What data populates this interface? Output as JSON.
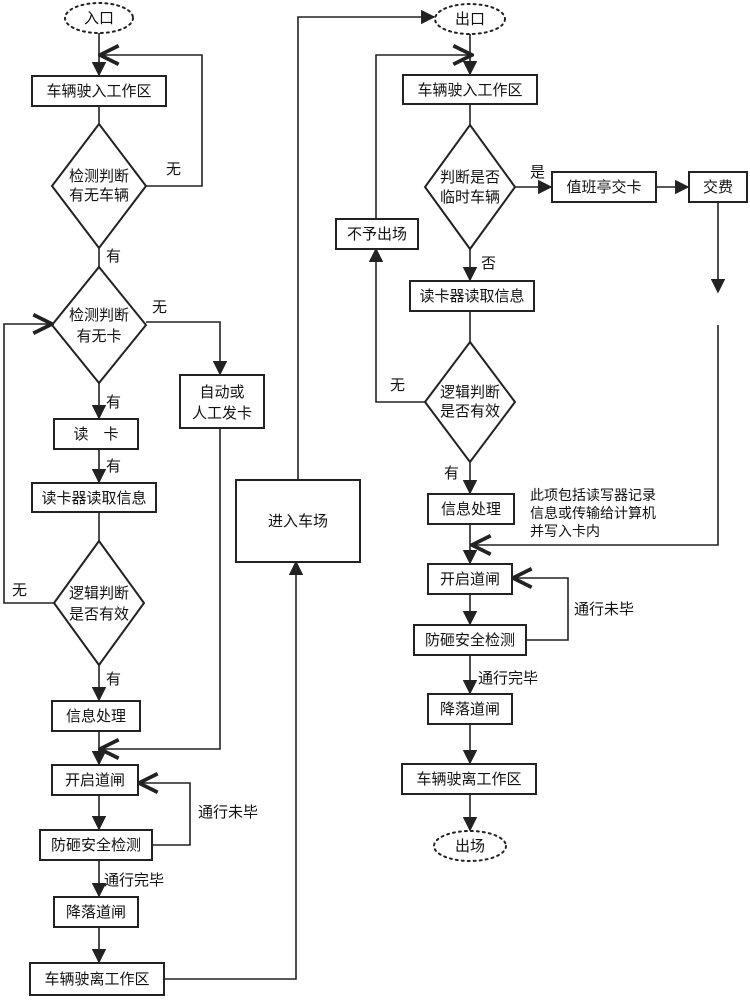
{
  "entry": {
    "start": "入口",
    "drive_in": "车辆驶入工作区",
    "detect_vehicle": [
      "检测判断",
      "有无车辆"
    ],
    "no_vehicle": "无",
    "has_vehicle": "有",
    "detect_card": [
      "检测判断",
      "有无卡"
    ],
    "no_card": "无",
    "auto_issue": [
      "自动或",
      "人工发卡"
    ],
    "has_card": "有",
    "read_card": "读　卡",
    "has_label": "有",
    "reader_read": "读卡器读取信息",
    "logic_judge": [
      "逻辑判断",
      "是否有效"
    ],
    "logic_no": "无",
    "logic_yes": "有",
    "info_process": "信息处理",
    "open_gate": "开启道闸",
    "pass_unfinished": "通行未毕",
    "safety_check": "防砸安全检测",
    "pass_finished": "通行完毕",
    "lower_gate": "降落道闸",
    "drive_out": "车辆驶离工作区"
  },
  "enter_lot": "进入车场",
  "exit": {
    "start": "出口",
    "drive_in": "车辆驶入工作区",
    "judge_temp": [
      "判断是否",
      "临时车辆"
    ],
    "yes": "是",
    "duty_booth": "值班亭交卡",
    "pay": "交费",
    "no": "否",
    "reader_read": "读卡器读取信息",
    "deny_exit": "不予出场",
    "logic_judge": [
      "逻辑判断",
      "是否有效"
    ],
    "logic_no": "无",
    "logic_yes": "有",
    "info_process": "信息处理",
    "note": [
      "此项包括读写器记录",
      "信息或传输给计算机",
      "并写入卡内"
    ],
    "open_gate": "开启道闸",
    "pass_unfinished": "通行未毕",
    "safety_check": "防砸安全检测",
    "pass_finished": "通行完毕",
    "lower_gate": "降落道闸",
    "drive_out": "车辆驶离工作区",
    "end": "出场"
  }
}
